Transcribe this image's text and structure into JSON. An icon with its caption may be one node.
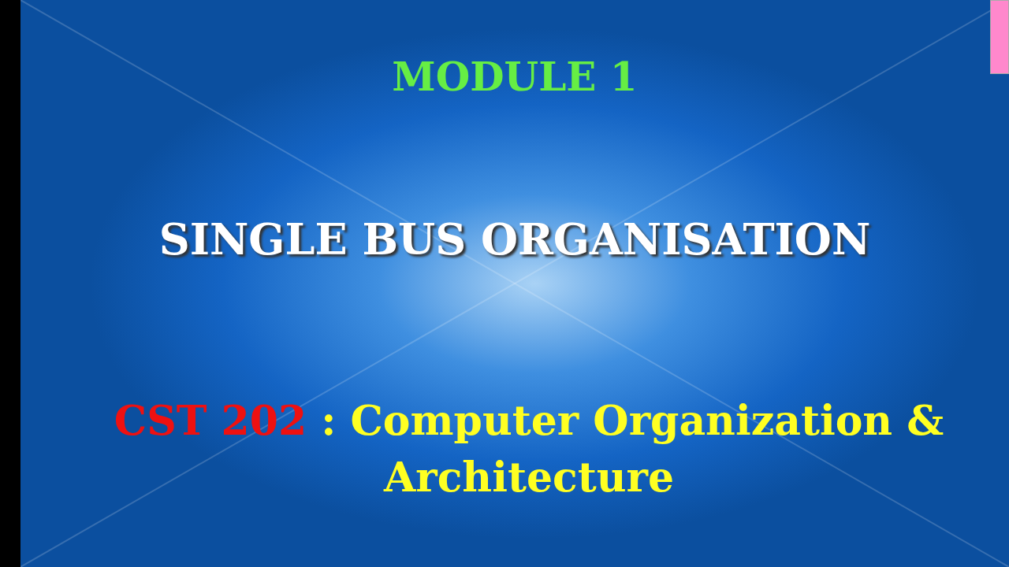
{
  "diagram": {
    "title": "MODULE 1",
    "labels": [
      "SINGLE BUS ORGANISATION",
      "CST 202",
      ": Computer Organization & Architecture"
    ]
  }
}
